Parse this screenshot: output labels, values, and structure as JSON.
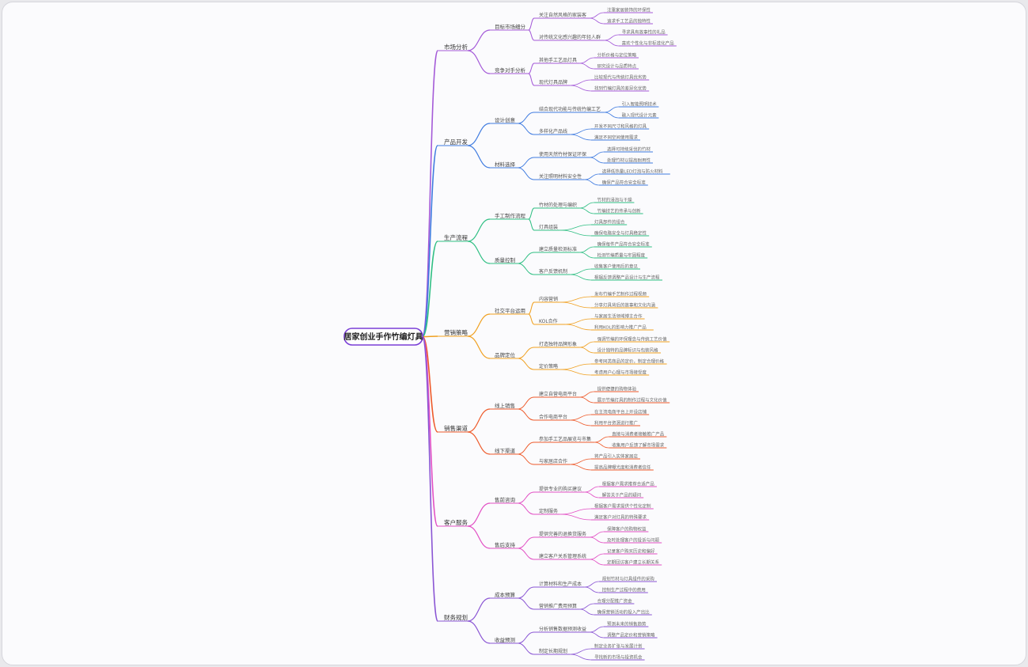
{
  "root": "居家创业手作竹编灯具",
  "branches": [
    {
      "label": "市场分析",
      "color": "#a45ad8",
      "children": [
        {
          "label": "目标市场细分",
          "children": [
            {
              "label": "关注自然风格的家装客",
              "children": [
                "注重家居装饰的环保性",
                "追求手工艺品的独特性"
              ]
            },
            {
              "label": "对传统文化感兴趣的年轻人群",
              "children": [
                "寻求具有故事性的礼品",
                "喜欢个性化与非标准化产品"
              ]
            }
          ]
        },
        {
          "label": "竞争对手分析",
          "children": [
            {
              "label": "其他手工艺品灯具",
              "children": [
                "分析价格与定位策略",
                "研究设计与品质特点"
              ]
            },
            {
              "label": "现代灯具品牌",
              "children": [
                "比较现代与传统灯具优劣势",
                "找到竹编灯具的差异化优势"
              ]
            }
          ]
        }
      ]
    },
    {
      "label": "产品开发",
      "color": "#3f7be0",
      "children": [
        {
          "label": "设计创意",
          "children": [
            {
              "label": "结合现代功能与传统竹编工艺",
              "children": [
                "引入智能照明技术",
                "融入现代设计元素"
              ]
            },
            {
              "label": "多样化产品线",
              "children": [
                "开发不同尺寸和风格的灯具",
                "满足不同空间使用需求"
              ]
            }
          ]
        },
        {
          "label": "材料选择",
          "children": [
            {
              "label": "使用天然竹材保证环保",
              "children": [
                "选择可持续采伐的竹材",
                "处理竹材以提高耐用性"
              ]
            },
            {
              "label": "关注照明材料安全性",
              "children": [
                "选择低热量LED灯泡与防火材料",
                "确保产品符合安全标准"
              ]
            }
          ]
        }
      ]
    },
    {
      "label": "生产流程",
      "color": "#2fbf83",
      "children": [
        {
          "label": "手工制作流程",
          "children": [
            {
              "label": "竹材的处理与编织",
              "children": [
                "竹材的浸泡与干燥",
                "竹编技艺的传承与创新"
              ]
            },
            {
              "label": "灯具组装",
              "children": [
                "灯具部件的组合",
                "确保电路安全与灯具稳定性"
              ]
            }
          ]
        },
        {
          "label": "质量控制",
          "children": [
            {
              "label": "建立质量检测标准",
              "children": [
                "确保每件产品符合安全标准",
                "检测竹编质量与牢固程度"
              ]
            },
            {
              "label": "客户反馈机制",
              "children": [
                "收集客户使用后的意见",
                "根据反馈调整产品设计与生产流程"
              ]
            }
          ]
        }
      ]
    },
    {
      "label": "营销策略",
      "color": "#f0a020",
      "children": [
        {
          "label": "社交平台运用",
          "children": [
            {
              "label": "内容营销",
              "children": [
                "发布竹编手艺制作过程视频",
                "分享灯具背后的故事和文化内涵"
              ]
            },
            {
              "label": "KOL合作",
              "children": [
                "与家居生活领域博主合作",
                "利用KOL的影响力推广产品"
              ]
            }
          ]
        },
        {
          "label": "品牌定位",
          "children": [
            {
              "label": "打造独特品牌形象",
              "children": [
                "强调竹编的环保理念与传统工艺价值",
                "设计独特的品牌标识与包装风格"
              ]
            },
            {
              "label": "定价策略",
              "children": [
                "参考同类商品的定价，制定合理价格",
                "考虑用户心理与市场接受度"
              ]
            }
          ]
        }
      ]
    },
    {
      "label": "销售渠道",
      "color": "#ee5a2a",
      "children": [
        {
          "label": "线上销售",
          "children": [
            {
              "label": "建立自营电商平台",
              "children": [
                "提供便捷的购物体验",
                "展示竹编灯具的制作过程与文化价值"
              ]
            },
            {
              "label": "合作电商平台",
              "children": [
                "在主流电商平台上开设店铺",
                "利用平台资源进行推广"
              ]
            }
          ]
        },
        {
          "label": "线下渠道",
          "children": [
            {
              "label": "参加手工艺品展览与市集",
              "children": [
                "直接与消费者接触推广产品",
                "收集用户反馈了解市场需求"
              ]
            },
            {
              "label": "与家居店合作",
              "children": [
                "将产品引入实体家居店",
                "提高品牌曝光度和消费者信任"
              ]
            }
          ]
        }
      ]
    },
    {
      "label": "客户服务",
      "color": "#e24fc4",
      "children": [
        {
          "label": "售前咨询",
          "children": [
            {
              "label": "提供专业的购买建议",
              "children": [
                "根据客户需求推荐合适产品",
                "解答关于产品的疑问"
              ]
            },
            {
              "label": "定制服务",
              "children": [
                "根据客户需求提供个性化定制",
                "满足客户对灯具的特殊要求"
              ]
            }
          ]
        },
        {
          "label": "售后支持",
          "children": [
            {
              "label": "提供完善的退换货服务",
              "children": [
                "保障客户的购物权益",
                "及时处理客户的投诉与问题"
              ]
            },
            {
              "label": "建立客户关系管理系统",
              "children": [
                "记录客户购买历史和偏好",
                "定期回访客户建立长期关系"
              ]
            }
          ]
        }
      ]
    },
    {
      "label": "财务规划",
      "color": "#8a55d4",
      "children": [
        {
          "label": "成本预算",
          "children": [
            {
              "label": "计算材料和生产成本",
              "children": [
                "规划竹材与灯具组件的采购",
                "控制生产过程中的费用"
              ]
            },
            {
              "label": "营销推广费用预算",
              "children": [
                "合理分配推广资金",
                "确保营销活动的投入产出比"
              ]
            }
          ]
        },
        {
          "label": "收益预测",
          "children": [
            {
              "label": "分析销售数据预测收益",
              "children": [
                "预测未来的销售趋势",
                "调整产品定价和营销策略"
              ]
            },
            {
              "label": "制定长期规划",
              "children": [
                "制定业务扩张与发展计划",
                "寻找新的市场与投资机会"
              ]
            }
          ]
        }
      ]
    }
  ]
}
